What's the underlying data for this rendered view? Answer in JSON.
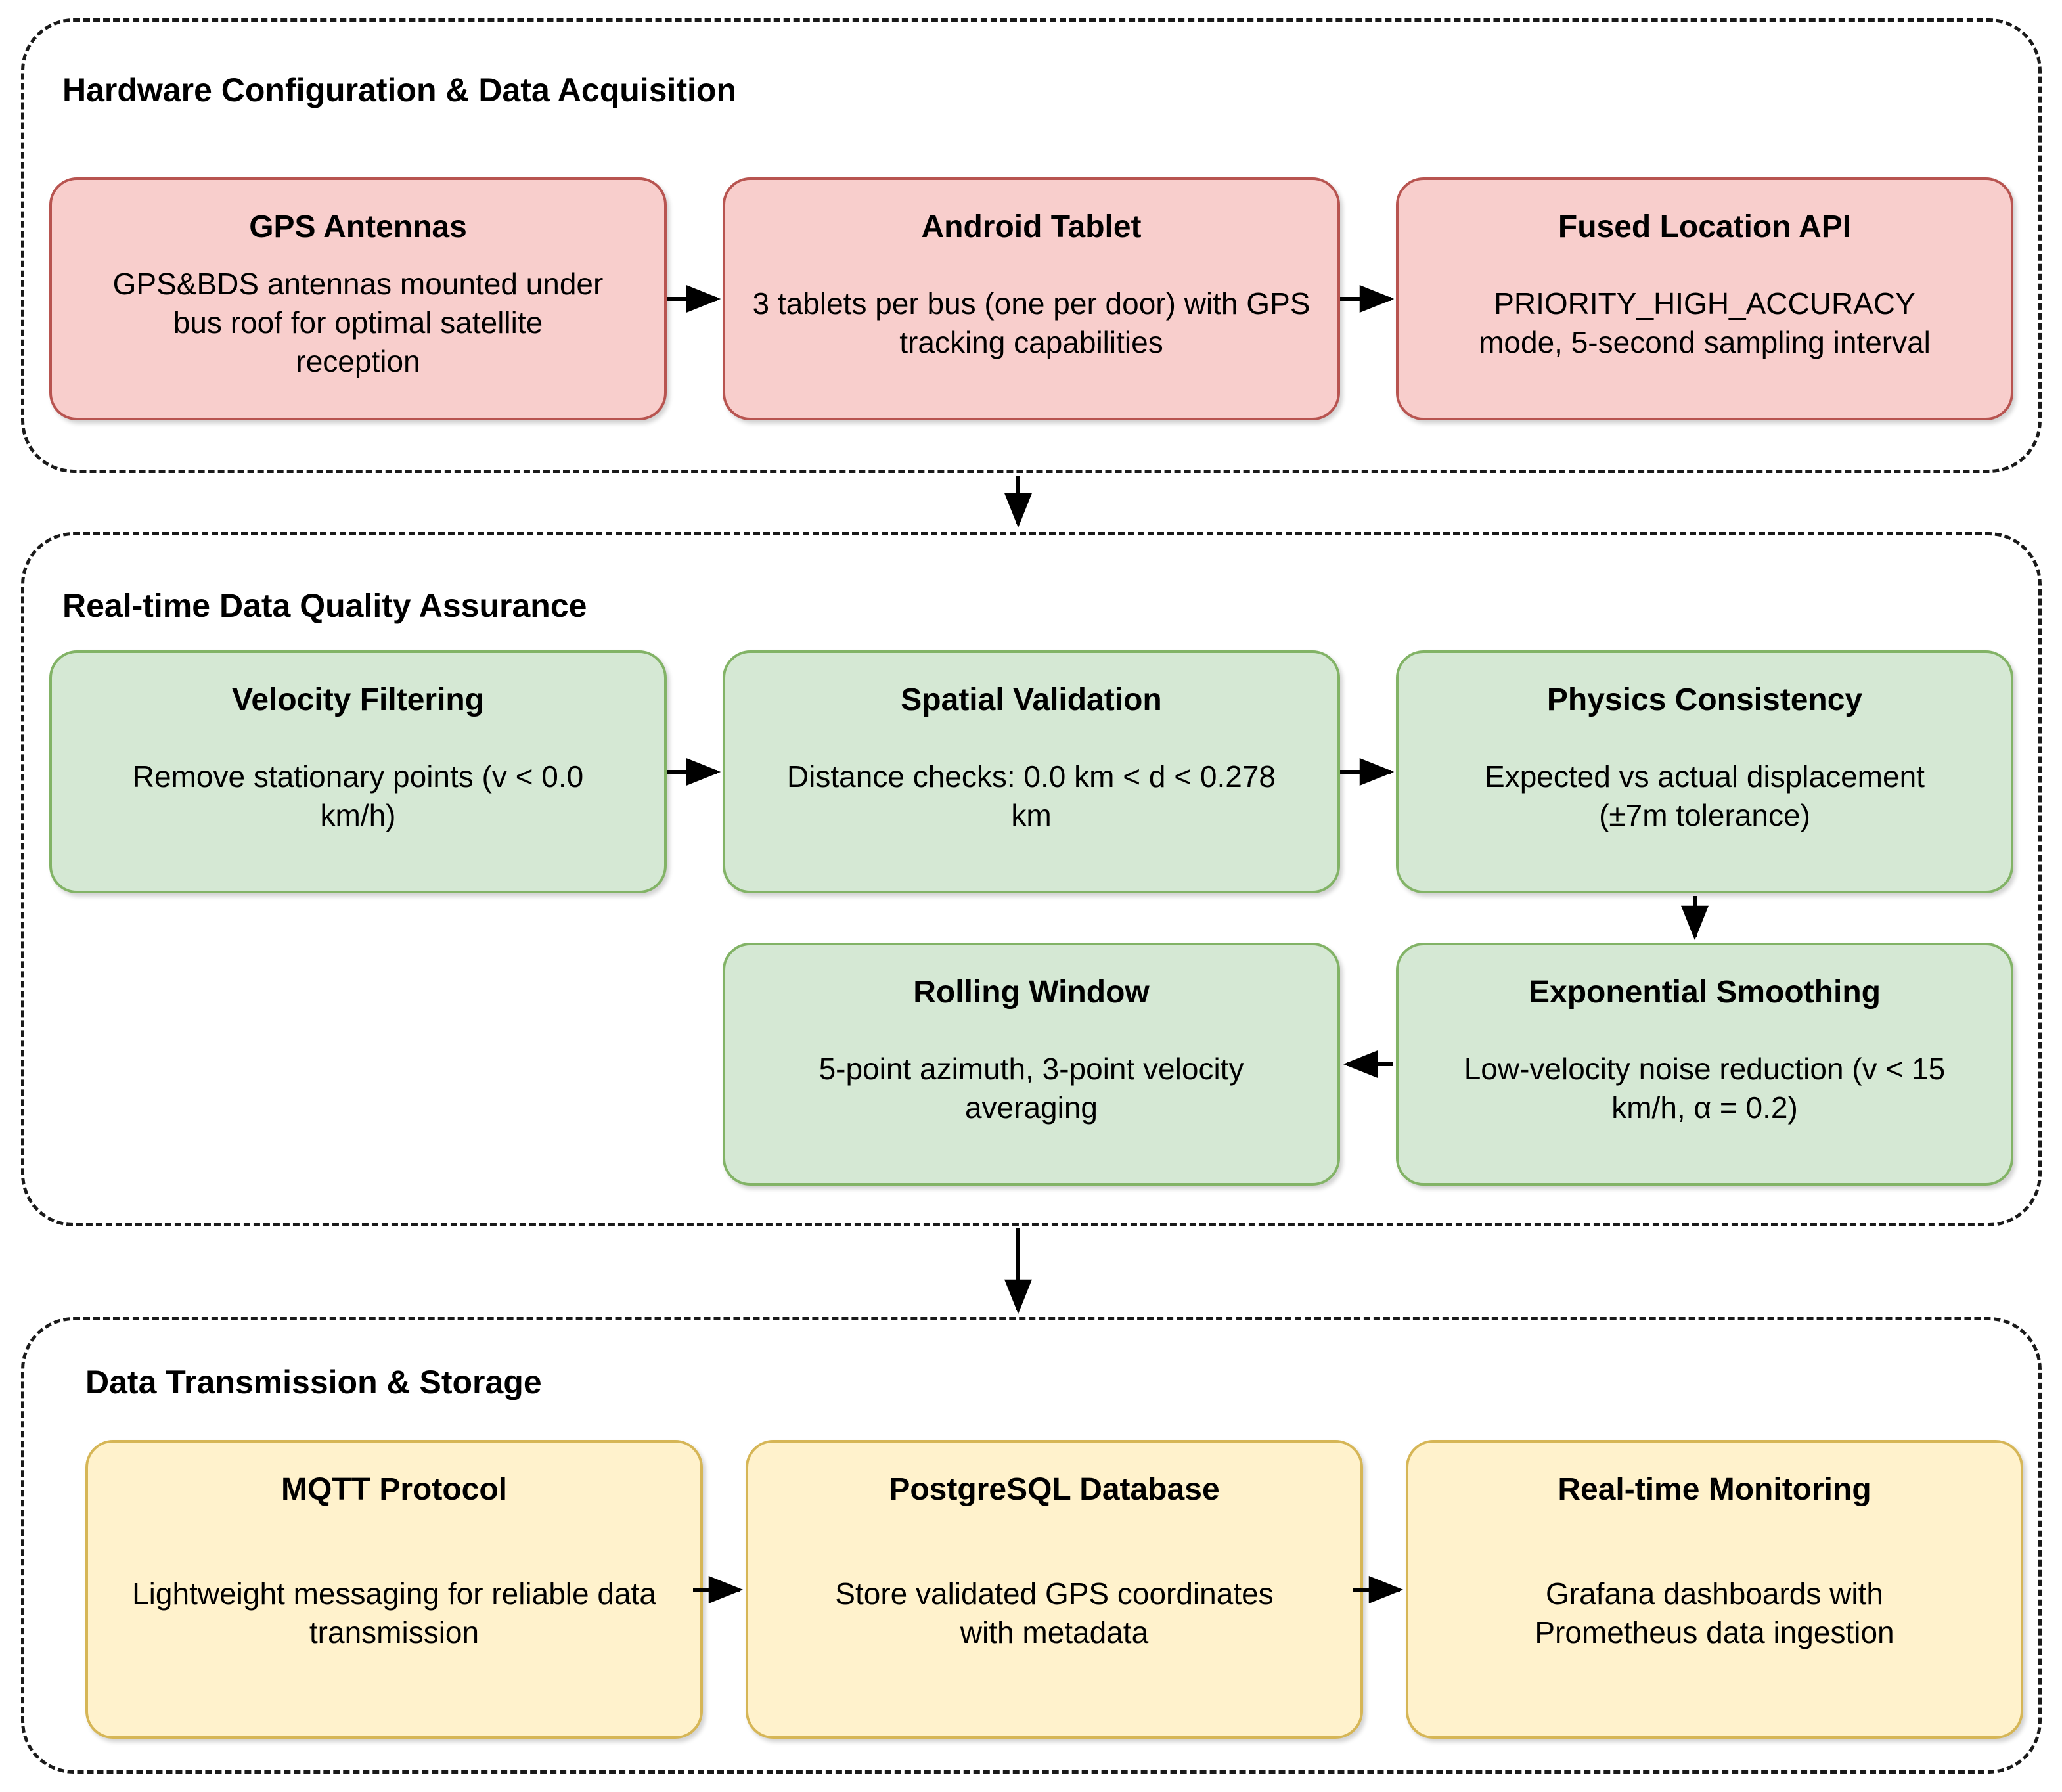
{
  "diagram": {
    "title_implied": "GPS data pipeline flowchart",
    "arrow_color": "#000000",
    "sections": [
      {
        "title": "Hardware Configuration & Data Acquisition",
        "colors": {
          "fill": "#f8cecc",
          "border": "#b85450"
        },
        "boxes": [
          {
            "title": "GPS Antennas",
            "body": "GPS&BDS antennas mounted under bus roof for optimal satellite reception"
          },
          {
            "title": "Android Tablet",
            "body": "3 tablets per bus (one per door) with GPS tracking capabilities"
          },
          {
            "title": "Fused Location API",
            "body": "PRIORITY_HIGH_ACCURACY mode, 5-second sampling interval"
          }
        ]
      },
      {
        "title": "Real-time Data Quality Assurance",
        "colors": {
          "fill": "#d5e8d4",
          "border": "#82b366"
        },
        "boxes": [
          {
            "title": "Velocity Filtering",
            "body": "Remove stationary points (v < 0.0 km/h)"
          },
          {
            "title": "Spatial Validation",
            "body": "Distance checks: 0.0 km < d < 0.278 km"
          },
          {
            "title": "Physics Consistency",
            "body": "Expected vs actual displacement (±7m tolerance)"
          },
          {
            "title": "Rolling Window",
            "body": "5-point azimuth, 3-point velocity averaging"
          },
          {
            "title": "Exponential Smoothing",
            "body": "Low-velocity noise reduction (v < 15 km/h, α = 0.2)"
          }
        ]
      },
      {
        "title": "Data Transmission & Storage",
        "colors": {
          "fill": "#fff2cc",
          "border": "#d6b656"
        },
        "boxes": [
          {
            "title": "MQTT Protocol",
            "body": "Lightweight messaging for reliable data transmission"
          },
          {
            "title": "PostgreSQL Database",
            "body": "Store validated GPS coordinates with metadata"
          },
          {
            "title": "Real-time Monitoring",
            "body": "Grafana dashboards with Prometheus data ingestion"
          }
        ]
      }
    ],
    "flows": [
      {
        "from": "GPS Antennas",
        "to": "Android Tablet"
      },
      {
        "from": "Android Tablet",
        "to": "Fused Location API"
      },
      {
        "from": "Hardware Configuration & Data Acquisition",
        "to": "Real-time Data Quality Assurance"
      },
      {
        "from": "Velocity Filtering",
        "to": "Spatial Validation"
      },
      {
        "from": "Spatial Validation",
        "to": "Physics Consistency"
      },
      {
        "from": "Physics Consistency",
        "to": "Exponential Smoothing"
      },
      {
        "from": "Exponential Smoothing",
        "to": "Rolling Window"
      },
      {
        "from": "Real-time Data Quality Assurance",
        "to": "Data Transmission & Storage"
      },
      {
        "from": "MQTT Protocol",
        "to": "PostgreSQL Database"
      },
      {
        "from": "PostgreSQL Database",
        "to": "Real-time Monitoring"
      }
    ]
  }
}
